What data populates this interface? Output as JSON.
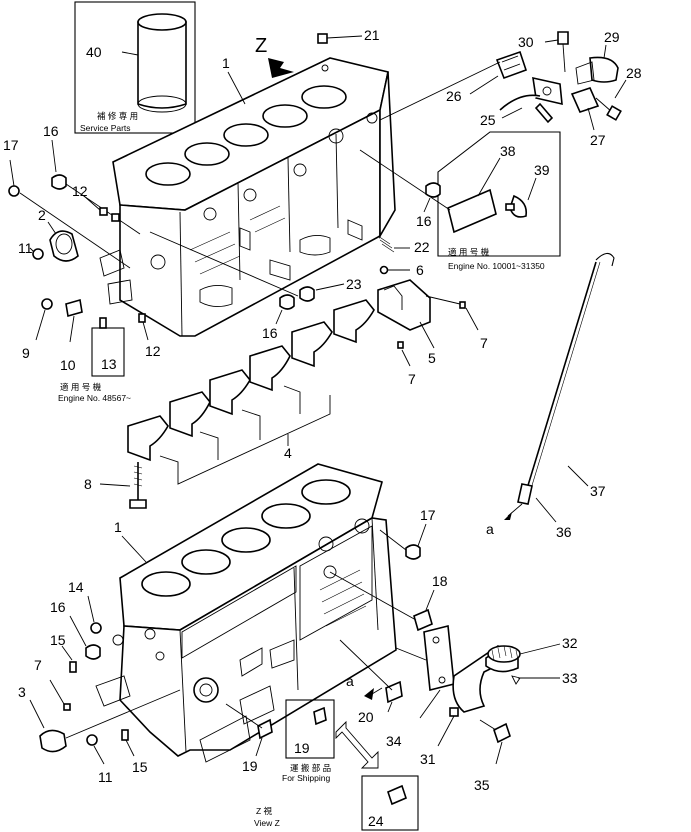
{
  "figure": {
    "callouts": {
      "c40": "40",
      "c1_top": "1",
      "c21": "21",
      "c30": "30",
      "c29": "29",
      "c28": "28",
      "c26": "26",
      "c25": "25",
      "c27": "27",
      "c16_tl": "16",
      "c17_tl": "17",
      "c12_a": "12",
      "c2": "2",
      "c11_l": "11",
      "c9": "9",
      "c10": "10",
      "c13": "13",
      "c12_b": "12",
      "c38": "38",
      "c39": "39",
      "c16_mid": "16",
      "c22": "22",
      "c6": "6",
      "c23": "23",
      "c16_low": "16",
      "c7_r": "7",
      "c5": "5",
      "c7_m": "7",
      "c4": "4",
      "c8": "8",
      "c37": "37",
      "c36": "36",
      "c1_bot": "1",
      "c17_r": "17",
      "c14": "14",
      "c16_b": "16",
      "c15_a": "15",
      "c18": "18",
      "c7_l": "7",
      "c3": "3",
      "c32": "32",
      "c33": "33",
      "c20": "20",
      "c34": "34",
      "c31": "31",
      "c35": "35",
      "c19": "19",
      "c19_box": "19",
      "c15_b": "15",
      "c11_b": "11",
      "c24": "24"
    },
    "letters": {
      "z_top": "Z",
      "a_mid": "a",
      "a_right": "a"
    },
    "notes": {
      "service_jp": "補 修 専 用",
      "service_en": "Service  Parts",
      "engine1_jp": "適 用 号 機",
      "engine1_en": "Engine  No.  10001~31350",
      "engine2_jp": "適 用 号 機",
      "engine2_en": "Engine  No.  48567~",
      "shipping_jp": "運 搬 部 品",
      "shipping_en": "For  Shipping",
      "viewz_jp": "Z    視",
      "viewz_en": "View  Z"
    }
  }
}
